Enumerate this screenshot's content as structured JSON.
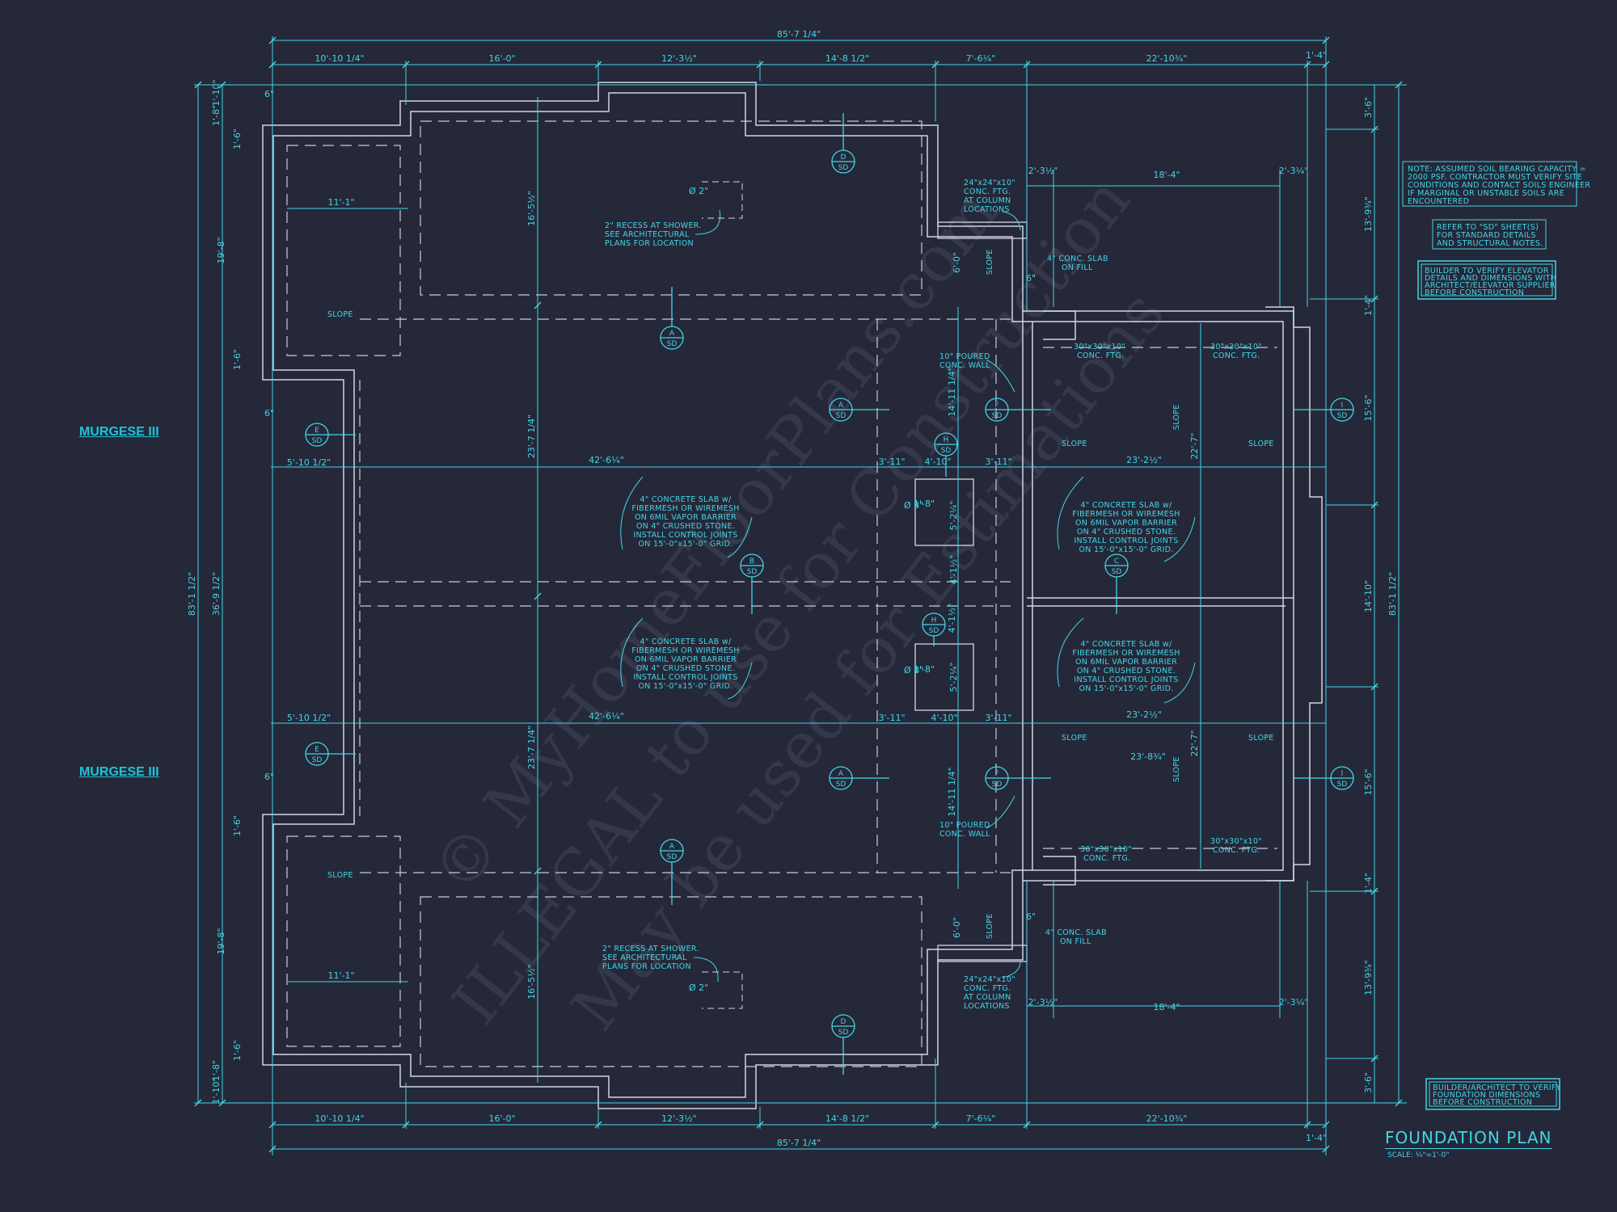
{
  "colors": {
    "background": "#252839",
    "wall": "#d2d6e2",
    "dimension": "#41d6e6",
    "accent": "#1fc3d8"
  },
  "title": {
    "main": "FOUNDATION PLAN",
    "scale": "SCALE: ¼\"=1'-0\""
  },
  "unit_labels": [
    "MURGESE III",
    "MURGESE III"
  ],
  "watermark": {
    "line1": "© MyHomeFloorPlans.com",
    "line2": "ILLEGAL to use for Construction",
    "line3": "May be used for Estimations"
  },
  "notes": {
    "soil": [
      "NOTE: ASSUMED SOIL BEARING CAPACITY =",
      "2000 PSF. CONTRACTOR MUST VERIFY SITE",
      "CONDITIONS AND CONTACT SOILS ENGINEER",
      "IF MARGINAL OR UNSTABLE SOILS ARE",
      "ENCOUNTERED"
    ],
    "sd": [
      "REFER TO \"SD\" SHEET(S)",
      "FOR STANDARD DETAILS",
      "AND STRUCTURAL NOTES."
    ],
    "elevator": [
      "BUILDER TO VERIFY ELEVATOR",
      "DETAILS AND DIMENSIONS WITH",
      "ARCHITECT/ELEVATOR SUPPLIER",
      "BEFORE CONSTRUCTION"
    ],
    "verify": [
      "BUILDER/ARCHITECT TO VERIFY",
      "FOUNDATION DIMENSIONS",
      "BEFORE CONSTRUCTION"
    ]
  },
  "dims": {
    "overall_width": "85'-7 1/4\"",
    "top_row": [
      "10'-10 1/4\"",
      "16'-0\"",
      "12'-3½\"",
      "14'-8 1/2\"",
      "7'-6¼\"",
      "22'-10¾\"",
      "1'-4\""
    ],
    "overall_depth": "83'-1 1/2\"",
    "mid_depth": "36'-9 1/2\"",
    "left_small": [
      "1'-10\"",
      "1'-8\"",
      "6\"",
      "1'-6\"",
      "19'-8\"",
      "1'-6\"",
      "6\""
    ],
    "right_vertical": [
      "3'-6\"",
      "13'-9¾\"",
      "1'-4\"",
      "15'-6\"",
      "14'-10\"",
      "15'-6\"",
      "1'-4\"",
      "13'-9¾\"",
      "3'-6\""
    ],
    "interior": [
      "11'-1\"",
      "16'-5½\"",
      "23'-7 1/4\"",
      "42'-6¼\"",
      "5'-10 1/2\"",
      "14'-11 1/4\"",
      "3'-11\"",
      "4'-10\"",
      "3'-11\"",
      "23'-2½\"",
      "22'-7\"",
      "18'-4\"",
      "2'-3½\"",
      "2'-3¼\"",
      "6'-0\"",
      "23'-8¾\"",
      "6\"",
      "1'-8\"",
      "5'-2¼\"",
      "4'-1½\""
    ]
  },
  "callouts": {
    "slab": [
      "4\" CONCRETE SLAB w/",
      "FIBERMESH OR WIREMESH",
      "ON 6MIL VAPOR BARRIER",
      "ON 4\" CRUSHED STONE.",
      "INSTALL CONTROL JOINTS",
      "ON 15'-0\"x15'-0\" GRID."
    ],
    "shower": [
      "2\" RECESS AT SHOWER.",
      "SEE ARCHITECTURAL",
      "PLANS FOR LOCATION"
    ],
    "column_ftg": [
      "24\"x24\"x10\"",
      "CONC. FTG.",
      "AT COLUMN",
      "LOCATIONS"
    ],
    "conc_slab_fill": [
      "4\" CONC. SLAB",
      "ON FILL"
    ],
    "poured_wall": [
      "10\" POURED",
      "CONC. WALL"
    ],
    "ftg_30": [
      "30\"x30\"x10\"",
      "CONC. FTG."
    ],
    "slope": "SLOPE",
    "dia_2": "Ø 2\"",
    "dia_8": "Ø 8\""
  },
  "section_tags": [
    {
      "letter": "D",
      "ref": "SD"
    },
    {
      "letter": "A",
      "ref": "SD"
    },
    {
      "letter": "A",
      "ref": "SD"
    },
    {
      "letter": "E",
      "ref": "SD"
    },
    {
      "letter": "F",
      "ref": "SD"
    },
    {
      "letter": "I",
      "ref": "SD"
    },
    {
      "letter": "H",
      "ref": "SD"
    },
    {
      "letter": "B",
      "ref": "SD"
    },
    {
      "letter": "C",
      "ref": "SD"
    },
    {
      "letter": "H",
      "ref": "SD"
    },
    {
      "letter": "E",
      "ref": "SD"
    },
    {
      "letter": "A",
      "ref": "SD"
    },
    {
      "letter": "F",
      "ref": "SD"
    },
    {
      "letter": "I",
      "ref": "SD"
    },
    {
      "letter": "A",
      "ref": "SD"
    },
    {
      "letter": "D",
      "ref": "SD"
    }
  ]
}
